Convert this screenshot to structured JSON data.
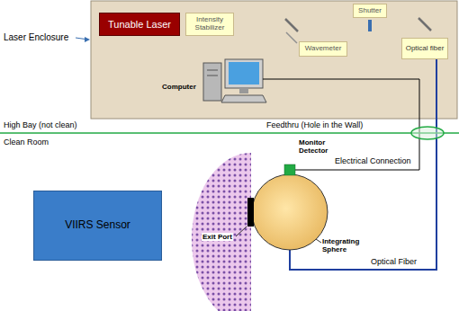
{
  "diagram": {
    "nodes": [
      {
        "text": [
          "Tunable Laser"
        ]
      },
      {
        "text": [
          "Intensity Stabilizer"
        ]
      },
      {
        "text": [
          "Wavemeter"
        ]
      },
      {
        "text": [
          "Shutter"
        ]
      },
      {
        "text": [
          "Optical fiber"
        ]
      },
      {
        "text": [
          "VIIRS Sensor"
        ]
      }
    ],
    "edges": [
      {
        "from": 0,
        "to": 1,
        "arrow": "none"
      },
      {
        "from": 1,
        "to": 4,
        "arrow": "none"
      }
    ],
    "labels": [
      "Laser Enclosure",
      "Computer",
      "High Bay (not clean)",
      "Feedthru (Hole in the Wall)",
      "Clean Room",
      "Monitor Detector",
      "Electrical Connection",
      "Exit Port",
      "Integrating Sphere",
      "Optical Fiber"
    ]
  }
}
